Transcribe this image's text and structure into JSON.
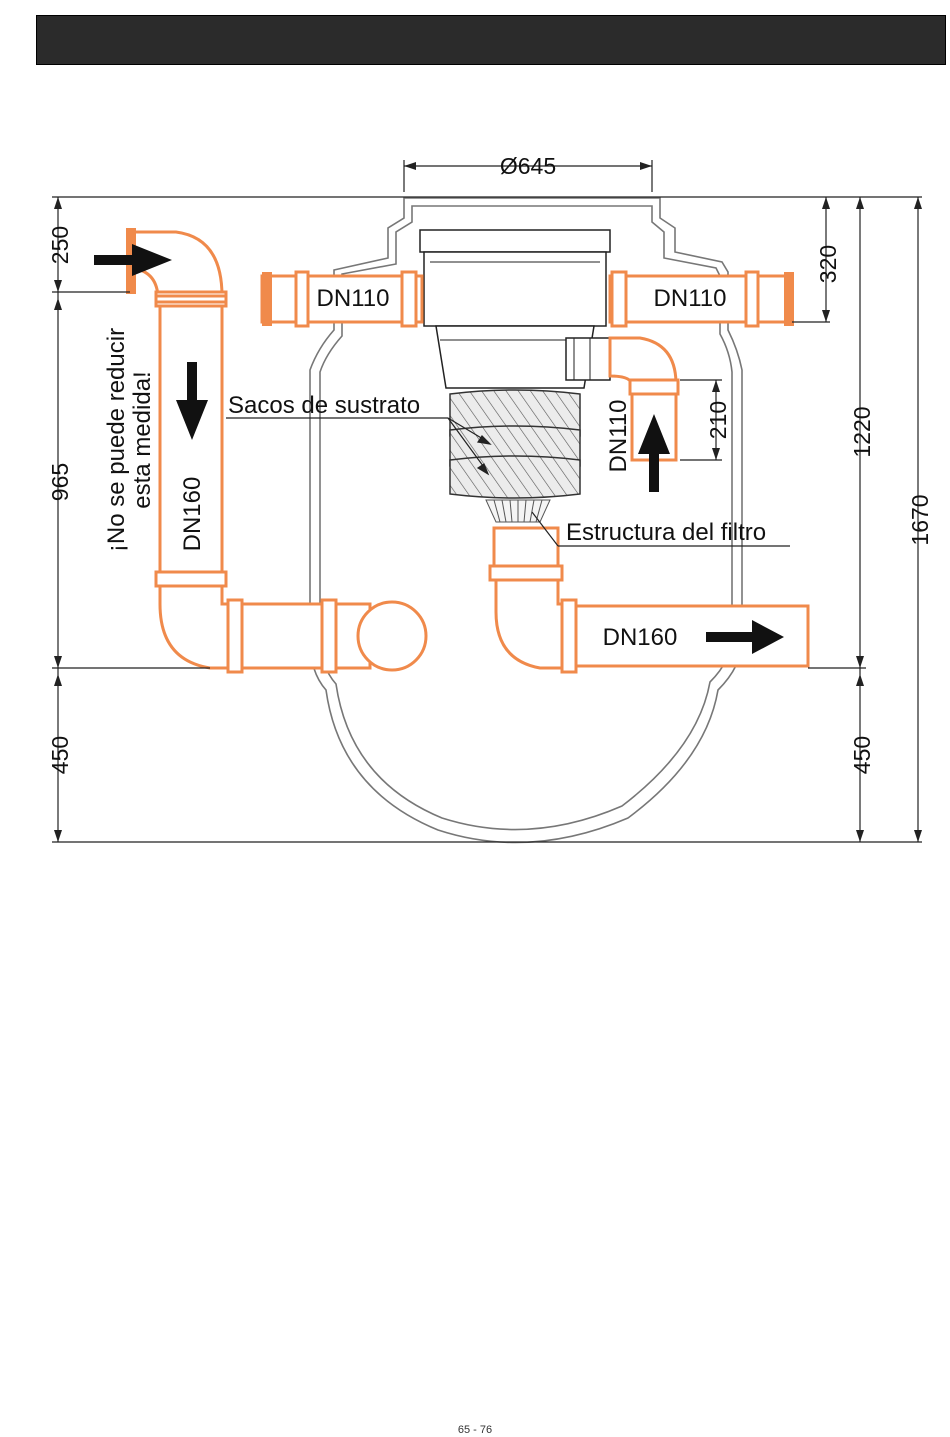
{
  "header": {
    "bar_color": "#2b2b2b"
  },
  "colors": {
    "pipe": "#f08a4b",
    "pipe_stroke": "#c2551a",
    "line": "#222222",
    "tank": "#777777"
  },
  "dimensions": {
    "diameter": "Ø645",
    "inlet_height": "250",
    "inlet_to_outlet": "965",
    "bottom_left": "450",
    "top_right": "320",
    "total_1220": "1220",
    "total_1670": "1670",
    "bottom_right": "450",
    "branch": "210"
  },
  "labels": {
    "warning": "¡No se puede reducir esta medida!",
    "warning_line1": "¡No se puede reducir",
    "warning_line2": "esta medida!",
    "pipe_left_vertical": "DN160",
    "pipe_left_horizontal": "DN110",
    "pipe_right_horizontal": "DN110",
    "pipe_right_vertical": "DN110",
    "pipe_outlet": "DN160",
    "substrate": "Sacos de sustrato",
    "filter": "Estructura del filtro"
  },
  "icons": [
    "arrow-right-icon",
    "arrow-down-icon",
    "arrow-up-icon"
  ],
  "footer": {
    "page": "65 - 76"
  }
}
